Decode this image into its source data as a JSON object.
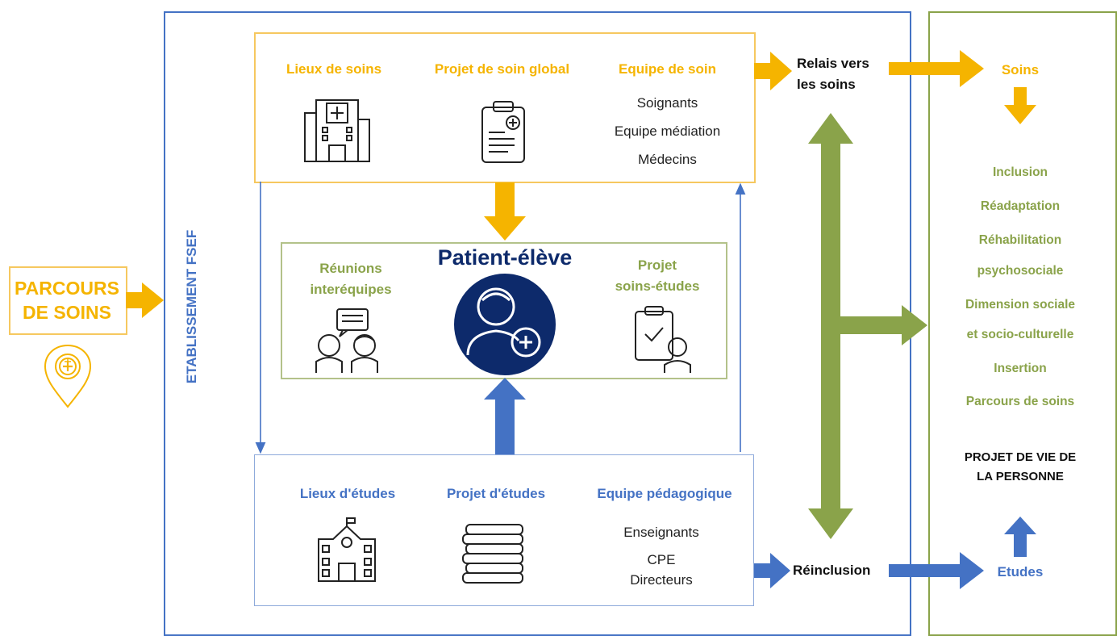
{
  "left": {
    "parcours_line1": "PARCOURS",
    "parcours_line2": "DE SOINS"
  },
  "establishment": {
    "label": "ETABLISSEMENT FSEF"
  },
  "soin_box": {
    "lieux": "Lieux de soins",
    "projet": "Projet de soin global",
    "equipe": "Equipe de soin",
    "members": [
      "Soignants",
      "Equipe médiation",
      "Médecins"
    ]
  },
  "center_box": {
    "reunions_line1": "Réunions",
    "reunions_line2": "interéquipes",
    "title": "Patient-élève",
    "projet_line1": "Projet",
    "projet_line2": "soins-études"
  },
  "etudes_box": {
    "lieux": "Lieux d'études",
    "projet": "Projet d'études",
    "equipe": "Equipe pédagogique",
    "members": [
      "Enseignants",
      "CPE",
      "Directeurs"
    ]
  },
  "relays": {
    "relais_line1": "Relais vers",
    "relais_line2": "les soins",
    "reinclusion": "Réinclusion"
  },
  "right": {
    "soins": "Soins",
    "items": [
      "Inclusion",
      "Réadaptation",
      "Réhabilitation",
      "psychosociale",
      "Dimension sociale",
      "et socio-culturelle",
      "Insertion",
      "Parcours de soins"
    ],
    "projet_vie_line1": "PROJET DE VIE DE",
    "projet_vie_line2": "LA PERSONNE",
    "etudes": "Etudes"
  },
  "colors": {
    "orange": "#f5b400",
    "blue": "#4472c4",
    "green": "#8aa34a",
    "navy": "#0d2a6b"
  }
}
